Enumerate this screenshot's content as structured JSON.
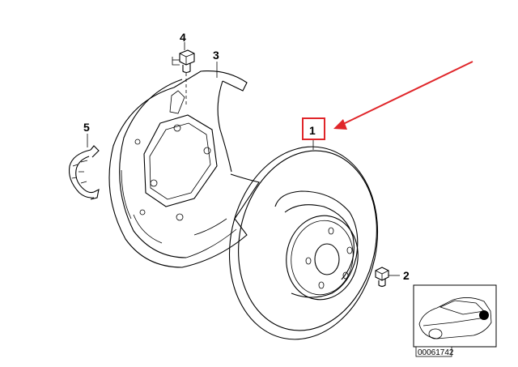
{
  "diagram": {
    "callouts": [
      {
        "id": "callout-1",
        "label": "1"
      },
      {
        "id": "callout-2",
        "label": "2"
      },
      {
        "id": "callout-3",
        "label": "3"
      },
      {
        "id": "callout-4",
        "label": "4"
      },
      {
        "id": "callout-5",
        "label": "5"
      }
    ],
    "reference_number": "00061742",
    "colors": {
      "highlight_box": "#e0262a",
      "arrow": "#e0262a",
      "line": "#000000",
      "background": "#ffffff"
    }
  }
}
